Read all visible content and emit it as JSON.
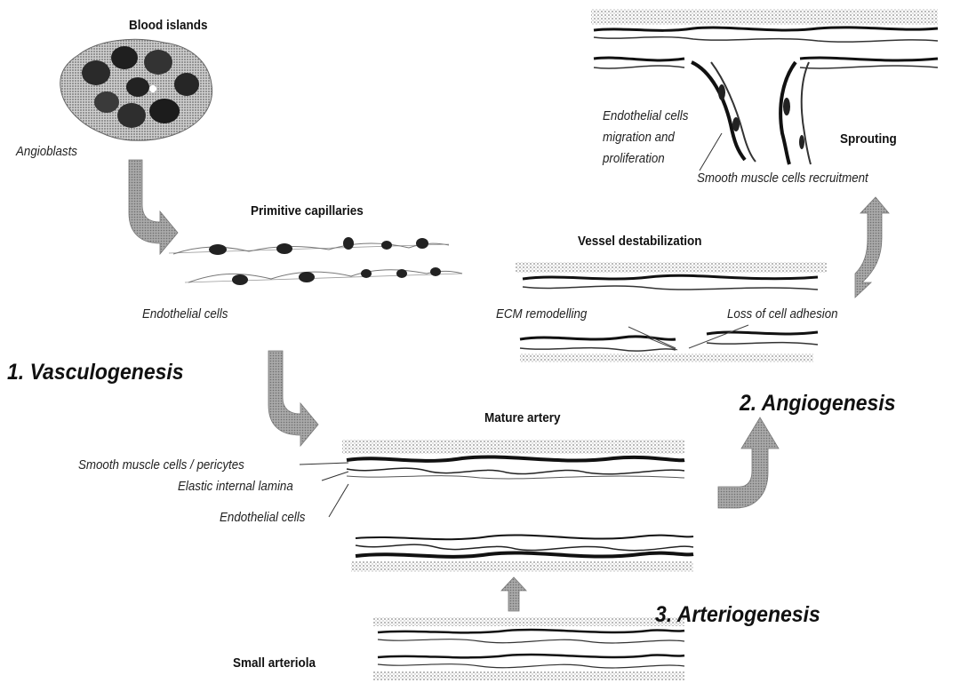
{
  "processes": {
    "vasculogenesis": "1. Vasculogenesis",
    "angiogenesis": "2. Angiogenesis",
    "arteriogenesis": "3. Arteriogenesis"
  },
  "stages": {
    "blood_islands": "Blood islands",
    "primitive_capillaries": "Primitive capillaries",
    "sprouting": "Sprouting",
    "vessel_destabilization": "Vessel destabilization",
    "mature_artery": "Mature artery",
    "small_arteriola": "Small arteriola"
  },
  "annotations": {
    "angioblasts": "Angioblasts",
    "endothelial_cells_capillaries": "Endothelial cells",
    "ec_migration_line1": "Endothelial cells",
    "ec_migration_line2": "migration and",
    "ec_migration_line3": "proliferation",
    "smc_recruitment": "Smooth muscle cells recruitment",
    "ecm_remodelling": "ECM remodelling",
    "loss_of_adhesion": "Loss of cell adhesion",
    "smc_pericytes": "Smooth muscle cells / pericytes",
    "elastic_lamina": "Elastic internal lamina",
    "endothelial_cells_artery": "Endothelial cells"
  },
  "colors": {
    "arrow_fill": "#9a9a9a",
    "cell_dark": "#1a1a1a",
    "stipple": "#bdbdbd"
  }
}
